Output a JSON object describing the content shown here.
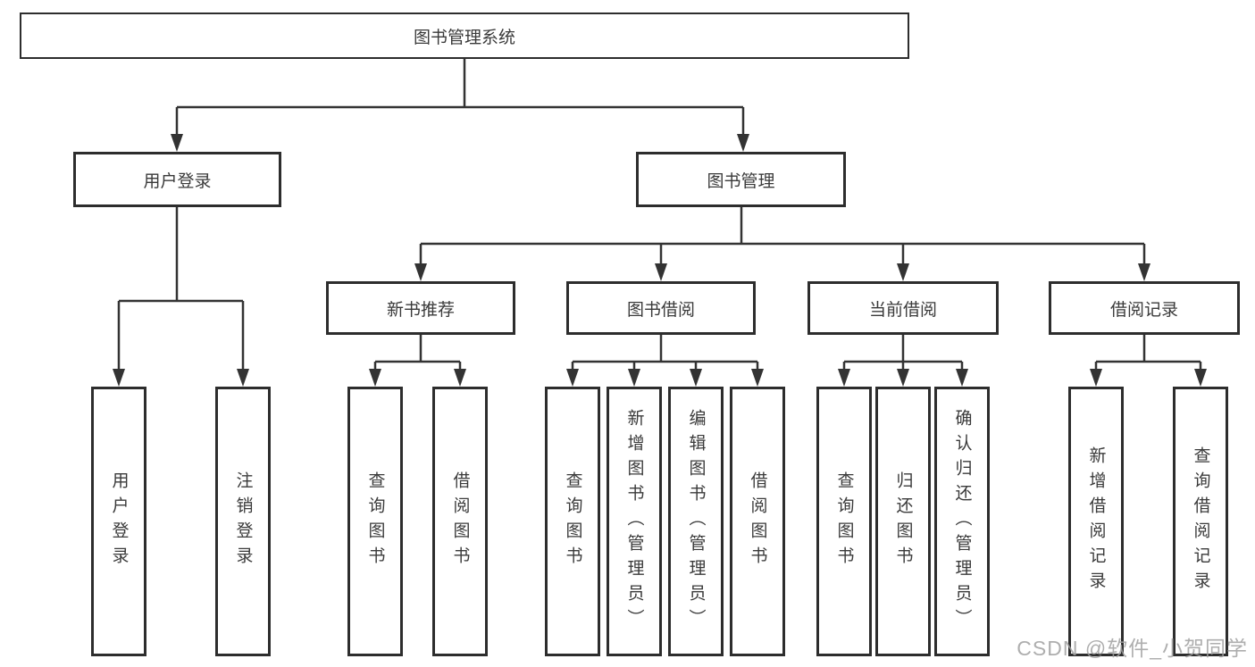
{
  "tree": {
    "root": {
      "label": "图书管理系统",
      "children": [
        {
          "label": "用户登录",
          "children": [
            {
              "label": "用户登录"
            },
            {
              "label": "注销登录"
            }
          ]
        },
        {
          "label": "图书管理",
          "children": [
            {
              "label": "新书推荐",
              "children": [
                {
                  "label": "查询图书"
                },
                {
                  "label": "借阅图书"
                }
              ]
            },
            {
              "label": "图书借阅",
              "children": [
                {
                  "label": "查询图书"
                },
                {
                  "label": "新增图书（管理员）"
                },
                {
                  "label": "编辑图书（管理员）"
                },
                {
                  "label": "借阅图书"
                }
              ]
            },
            {
              "label": "当前借阅",
              "children": [
                {
                  "label": "查询图书"
                },
                {
                  "label": "归还图书"
                },
                {
                  "label": "确认归还（管理员）"
                }
              ]
            },
            {
              "label": "借阅记录",
              "children": [
                {
                  "label": "新增借阅记录"
                },
                {
                  "label": "查询借阅记录"
                }
              ]
            }
          ]
        }
      ]
    },
    "watermark": "CSDN @软件_小贺同学",
    "colors": {
      "line": "#333333",
      "box_border": "#2d2d2d",
      "text": "#3a3a3a",
      "watermark": "#a0a0a0",
      "background": "#ffffff"
    }
  }
}
